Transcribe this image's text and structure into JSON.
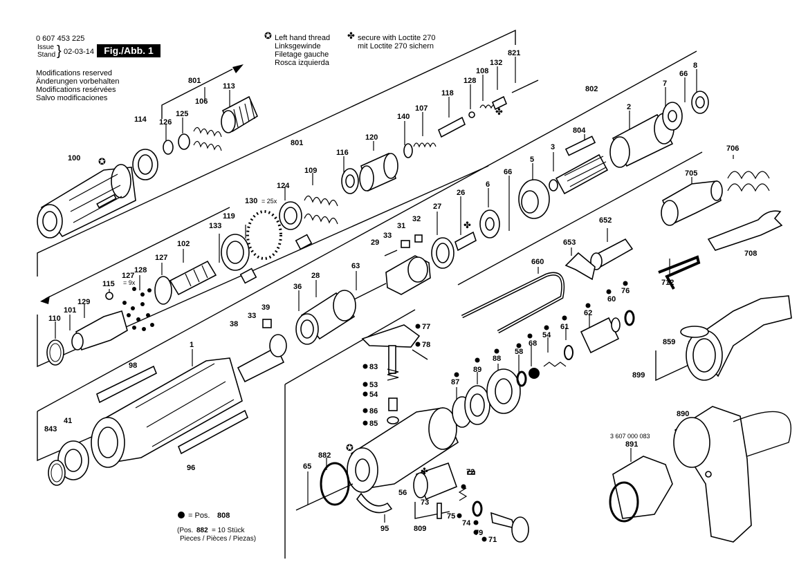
{
  "header": {
    "part_number": "0 607 453 225",
    "issue_label": "Issue",
    "stand_label": "Stand",
    "date": "02-03-14",
    "figure_label": "Fig./Abb. 1",
    "modifications": [
      "Modifications reserved",
      "Änderungen vorbehalten",
      "Modifications resérvées",
      "Salvo modificaciones"
    ]
  },
  "legend": {
    "left_hand_thread": [
      "Left hand thread",
      "Linksgewinde",
      "Filetage gauche",
      "Rosca izquierda"
    ],
    "loctite": [
      "secure with Loctite 270",
      "mit Loctite 270 sichern"
    ]
  },
  "footnote": {
    "pos_prefix": "= Pos.",
    "pos_value": "808",
    "pos_note_prefix": "(Pos.",
    "pos_note_value": "882",
    "pos_note_suffix": "= 10 Stück",
    "pieces": "Pieces / Pièces / Piezas)"
  },
  "annotations": {
    "x25": "= 25x",
    "x9": "= 9x"
  },
  "part_labels": [
    "100",
    "114",
    "126",
    "125",
    "106",
    "113",
    "801",
    "801",
    "124",
    "109",
    "116",
    "120",
    "140",
    "107",
    "118",
    "128",
    "108",
    "132",
    "821",
    "802",
    "804",
    "3",
    "2",
    "7",
    "66",
    "8",
    "130",
    "133",
    "119",
    "102",
    "127",
    "128",
    "127",
    "115",
    "110",
    "101",
    "129",
    "6",
    "66",
    "5",
    "706",
    "705",
    "26",
    "27",
    "32",
    "31",
    "33",
    "29",
    "63",
    "652",
    "653",
    "660",
    "708",
    "712",
    "36",
    "28",
    "38",
    "33",
    "39",
    "1",
    "98",
    "843",
    "41",
    "96",
    "77",
    "78",
    "83",
    "53",
    "54",
    "86",
    "85",
    "58",
    "68",
    "54",
    "61",
    "62",
    "60",
    "76",
    "87",
    "89",
    "88",
    "859",
    "899",
    "890",
    "3 607 000 083",
    "891",
    "882",
    "65",
    "56",
    "73",
    "75",
    "72",
    "74",
    "79",
    "71",
    "809",
    "95"
  ]
}
